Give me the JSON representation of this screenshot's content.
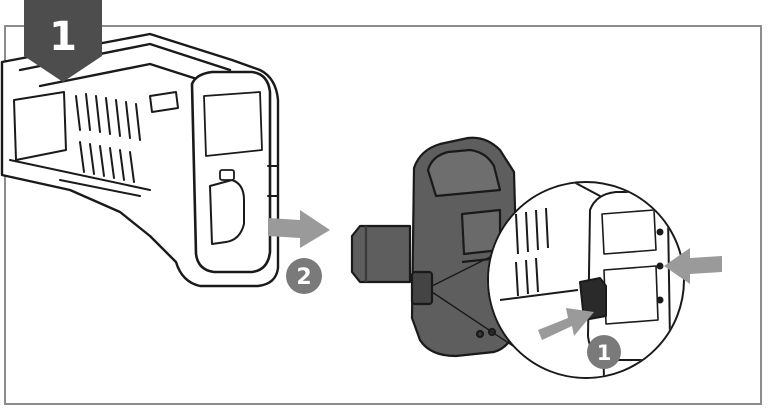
{
  "figure": {
    "step_number": "1",
    "callouts": [
      {
        "label": "2"
      },
      {
        "label": "1"
      }
    ],
    "colors": {
      "frame": "#8c8c8c",
      "step_badge": "#4d4d4d",
      "callout_fill": "#7a7a7a",
      "arrow": "#9a9a9a",
      "battery_body": "#5e5e5e",
      "tool_line": "#1a1a1a"
    },
    "icons": [
      "step-badge-icon",
      "remove-arrow-icon",
      "press-arrow-icon"
    ]
  }
}
